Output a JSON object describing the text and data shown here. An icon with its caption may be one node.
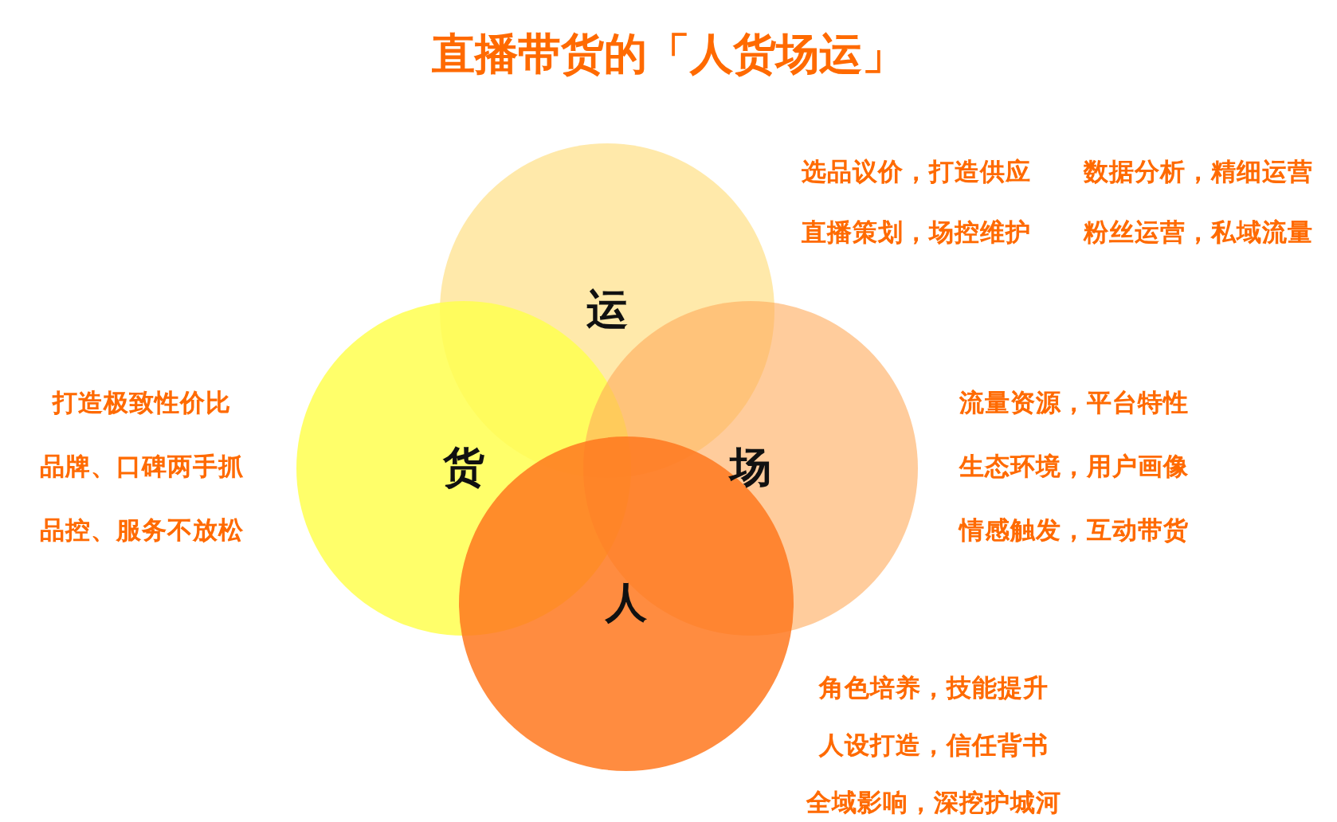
{
  "diagram": {
    "title": "直播带货的「人货场运」",
    "nodes": [
      {
        "text": [
          "运"
        ],
        "beside": [
          "选品议价，打造供应",
          "数据分析，精细运营",
          "直播策划，场控维护",
          "粉丝运营，私域流量"
        ]
      },
      {
        "text": [
          "货"
        ],
        "beside": [
          "打造极致性价比",
          "品牌、口碑两手抓",
          "品控、服务不放松"
        ]
      },
      {
        "text": [
          "场"
        ],
        "beside": [
          "流量资源，平台特性",
          "生态环境，用户画像",
          "情感触发，互动带货"
        ]
      },
      {
        "text": [
          "人"
        ],
        "beside": [
          "角色培养，技能提升",
          "人设打造，信任背书",
          "全域影响，深挖护城河"
        ]
      }
    ]
  }
}
